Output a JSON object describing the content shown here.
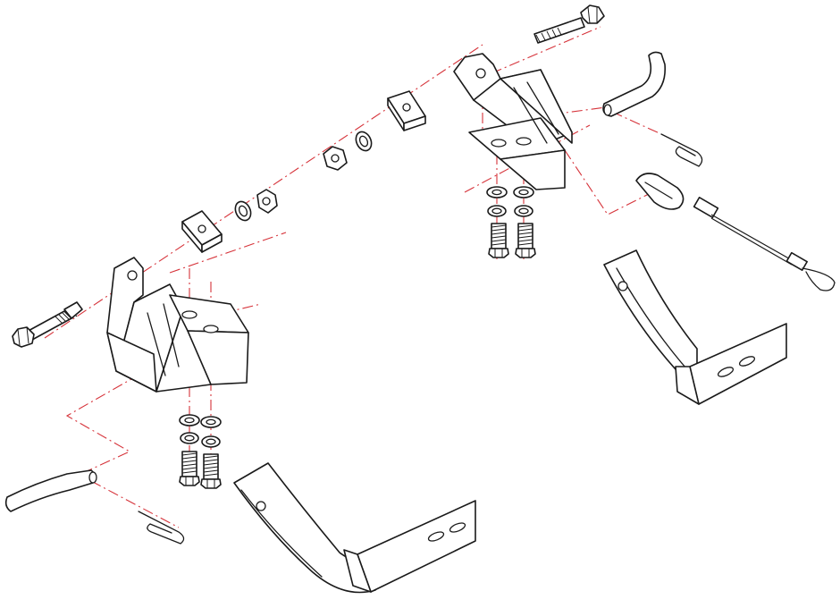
{
  "diagram": {
    "kind": "exploded-assembly",
    "colors": {
      "line": "#1a1a1a",
      "fill": "#ffffff",
      "centerline": "#d6333a",
      "background": "#ffffff"
    },
    "parts": [
      "left-mount-bracket",
      "right-mount-bracket",
      "left-hex-bolt",
      "right-hex-bolt",
      "left-square-plate",
      "right-square-plate",
      "lock-washer",
      "flat-washer",
      "hex-nut",
      "left-carriage-bolts",
      "right-carriage-bolts",
      "left-step-arm",
      "right-step-arm",
      "left-hitch-pin",
      "right-hitch-pin",
      "left-hair-pin-clip",
      "right-hair-pin-clip",
      "safety-cable"
    ]
  }
}
